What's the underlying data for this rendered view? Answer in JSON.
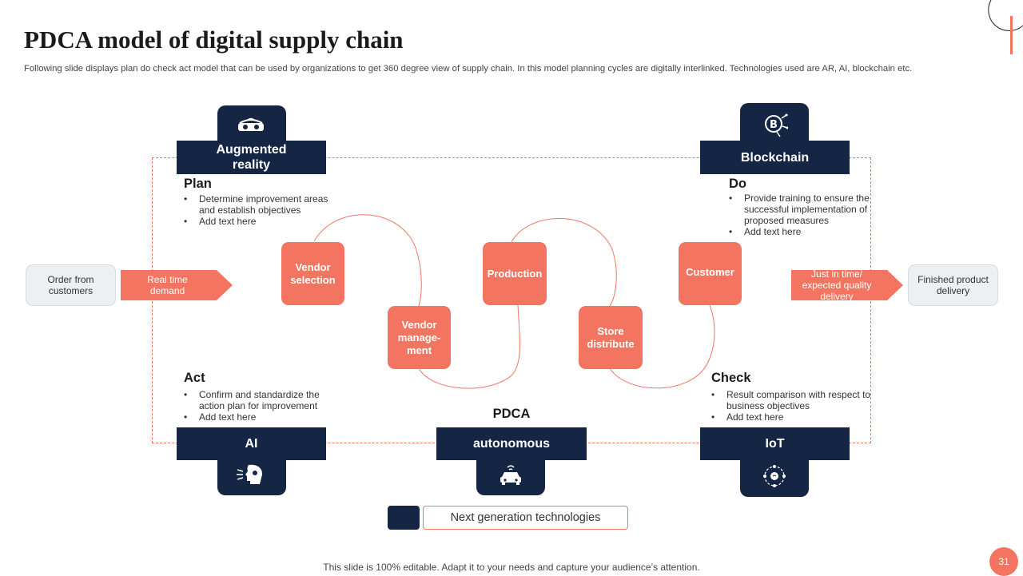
{
  "slide": {
    "title": "PDCA model of digital supply chain",
    "subtitle": "Following slide displays plan do check act model that can be used by organizations to get 360 degree view of supply chain. In this model planning cycles are digitally interlinked. Technologies used are AR, AI,  blockchain etc.",
    "footer": "This slide is 100% editable. Adapt it to your needs and capture your audience’s attention.",
    "page_number": "31"
  },
  "technologies": {
    "top_left": {
      "label": "Augmented reality",
      "icon": "vr-headset-icon"
    },
    "top_right": {
      "label": "Blockchain",
      "icon": "bitcoin-circuit-icon"
    },
    "bottom_left": {
      "label": "AI",
      "icon": "ai-head-icon"
    },
    "bottom_center": {
      "label": "autonomous",
      "icon": "autonomous-car-icon"
    },
    "bottom_right": {
      "label": "IoT",
      "icon": "iot-network-icon"
    }
  },
  "sections": {
    "plan": {
      "heading": "Plan",
      "bullets": [
        "Determine improvement areas and establish objectives",
        "Add text here"
      ]
    },
    "do": {
      "heading": "Do",
      "bullets": [
        "Provide training to ensure the successful implementation of proposed measures",
        "Add text here"
      ]
    },
    "act": {
      "heading": "Act",
      "bullets": [
        "Confirm and standardize the action plan for improvement",
        "Add text here"
      ]
    },
    "check": {
      "heading": "Check",
      "bullets": [
        "Result comparison with respect to business objectives",
        "Add text here"
      ]
    }
  },
  "center_label": "PDCA",
  "flow": {
    "input": "Order from customers",
    "input_arrow": "Real time demand",
    "nodes": [
      "Vendor selection",
      "Vendor manage-ment",
      "Production",
      "Store distribute",
      "Customer"
    ],
    "output_arrow": "Just in time/ expected quality delivery",
    "output": "Finished product delivery"
  },
  "legend": {
    "label": "Next generation technologies"
  },
  "colors": {
    "navy": "#152544",
    "coral": "#f37561",
    "grey": "#edeff0"
  }
}
